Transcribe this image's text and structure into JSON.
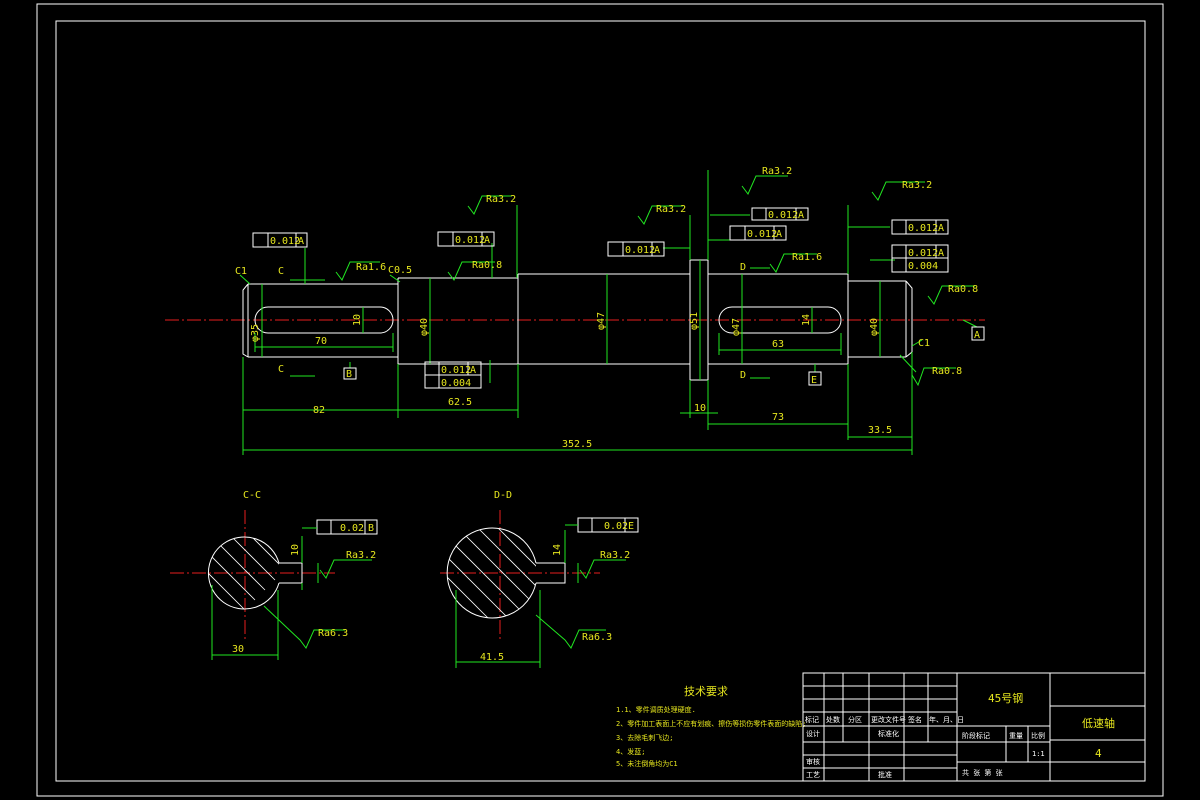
{
  "colors": {
    "background": "#000000",
    "outline": "#ffffff",
    "dimension": "#21e621",
    "centerline": "#e61e1e",
    "text": "#e6e61e"
  },
  "dimensions": {
    "d70": "70",
    "d10": "10",
    "d82": "82",
    "d62_5": "62.5",
    "d10b": "10",
    "d63": "63",
    "d14": "14",
    "d73": "73",
    "d33_5": "33.5",
    "d352_5": "352.5",
    "dia35": "φ35",
    "dia40": "φ40",
    "dia47": "φ47",
    "dia51": "φ51",
    "dia47b": "φ47",
    "dia40b": "φ40",
    "sec_cc_depth": "30",
    "sec_dd_depth": "41.5",
    "sec_key_cc": "10",
    "sec_key_dd": "14"
  },
  "tolerances": {
    "runout_0012": "0.012",
    "cyl_0004": "0.004",
    "sym_002": "0.02",
    "datum_a": "A",
    "datum_b": "B",
    "datum_e": "E"
  },
  "roughness": {
    "ra16": "Ra1.6",
    "ra08": "Ra0.8",
    "ra32": "Ra3.2",
    "ra63": "Ra6.3"
  },
  "chamfers": {
    "c1": "C1",
    "c05": "C0.5"
  },
  "sections": {
    "cc_label": "C",
    "dd_label": "D",
    "cc_title": "C-C",
    "dd_title": "D-D"
  },
  "notes": {
    "title": "技术要求",
    "items": [
      "1.1、零件调质处理硬度.",
      "2、零件加工表面上不应有划痕、擦伤等损伤零件表面的缺陷;",
      "3、去除毛刺飞边;",
      "4、发蓝;",
      "5、未注倒角均为C1"
    ]
  },
  "title_block": {
    "material": "45号钢",
    "part_name": "低速轴",
    "drawing_no": "4",
    "scale_label": "比例",
    "scale_value": "1:1",
    "weight_label": "重量",
    "stage_label": "阶段标记",
    "design": "设计",
    "standardize": "标准化",
    "review": "审核",
    "process": "工艺",
    "approve": "批准",
    "sheets": "共 张 第 张",
    "header_cells": [
      "标记",
      "处数",
      "分区",
      "更改文件号",
      "签名",
      "年、月、日"
    ]
  }
}
